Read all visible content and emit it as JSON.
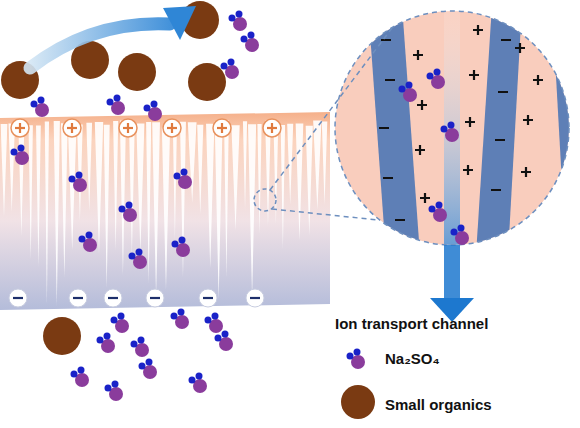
{
  "diagram": {
    "labels": [
      "Ion transport channel"
    ],
    "legend": [
      {
        "text": "Na₂SO₄"
      },
      {
        "text": "Small organics",
        "color": "#7a3a12"
      }
    ]
  }
}
